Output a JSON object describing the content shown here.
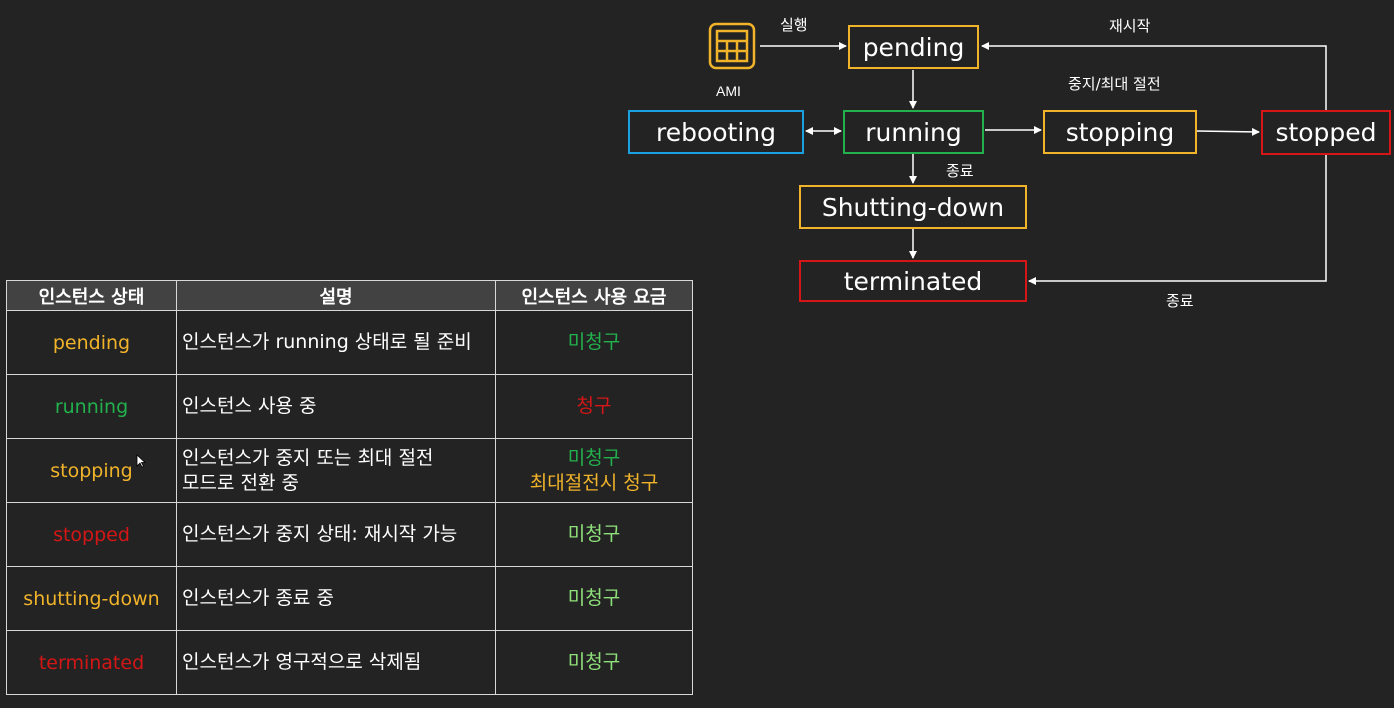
{
  "colors": {
    "orange": "#f0b32a",
    "green": "#22b14c",
    "blue": "#1ba1e2",
    "red": "#d41616",
    "light_green": "#8fe07a",
    "arrow": "#ffffff"
  },
  "diagram": {
    "ami_icon": "ami-grid-icon",
    "ami_label": "AMI",
    "states": {
      "pending": "pending",
      "running": "running",
      "rebooting": "rebooting",
      "stopping": "stopping",
      "stopped": "stopped",
      "shutting_down": "Shutting-down",
      "terminated": "terminated"
    },
    "edges": {
      "launch": "실행",
      "restart": "재시작",
      "stop_hibernate": "중지/최대 절전",
      "terminate_from_running": "종료",
      "terminate_from_stopped": "종료"
    }
  },
  "table": {
    "headers": [
      "인스턴스 상태",
      "설명",
      "인스턴스 사용 요금"
    ],
    "rows": [
      {
        "state": "pending",
        "state_color": "#f0b32a",
        "description": [
          "인스턴스가 running 상태로 될 준비"
        ],
        "fee": [
          {
            "text": "미청구",
            "color": "#22b14c"
          }
        ]
      },
      {
        "state": "running",
        "state_color": "#22b14c",
        "description": [
          "인스턴스 사용 중"
        ],
        "fee": [
          {
            "text": "청구",
            "color": "#d41616"
          }
        ]
      },
      {
        "state": "stopping",
        "state_color": "#f0b32a",
        "description": [
          "인스턴스가 중지 또는 최대 절전",
          "모드로 전환 중"
        ],
        "fee": [
          {
            "text": "미청구",
            "color": "#22b14c"
          },
          {
            "text": "최대절전시 청구",
            "color": "#f0b32a"
          }
        ]
      },
      {
        "state": "stopped",
        "state_color": "#d41616",
        "description": [
          "인스턴스가 중지 상태: 재시작 가능"
        ],
        "fee": [
          {
            "text": "미청구",
            "color": "#8fe07a"
          }
        ]
      },
      {
        "state": "shutting-down",
        "state_color": "#f0b32a",
        "description": [
          "인스턴스가 종료 중"
        ],
        "fee": [
          {
            "text": "미청구",
            "color": "#8fe07a"
          }
        ]
      },
      {
        "state": "terminated",
        "state_color": "#d41616",
        "description": [
          "인스턴스가 영구적으로 삭제됨"
        ],
        "fee": [
          {
            "text": "미청구",
            "color": "#8fe07a"
          }
        ]
      }
    ]
  }
}
